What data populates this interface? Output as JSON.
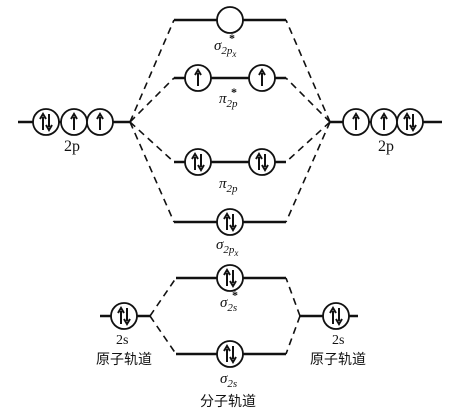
{
  "labels": {
    "left_2p": "2p",
    "right_2p": "2p",
    "left_2s": "2s",
    "right_2s": "2s",
    "left_atomic": "原子轨道",
    "right_atomic": "原子轨道",
    "molecular": "分子轨道",
    "sigma_star_2px": {
      "greek": "σ",
      "star": "*",
      "sub": "2p",
      "subsub": "x"
    },
    "pi_star_2p": {
      "greek": "π",
      "star": "*",
      "sub": "2p"
    },
    "pi_2p": {
      "greek": "π",
      "sub": "2p"
    },
    "sigma_2px": {
      "greek": "σ",
      "sub": "2p",
      "subsub": "x"
    },
    "sigma_star_2s": {
      "greek": "σ",
      "star": "*",
      "sub": "2s"
    },
    "sigma_2s": {
      "greek": "σ",
      "sub": "2s"
    }
  },
  "occupancy": {
    "left_2p": [
      2,
      1,
      1
    ],
    "right_2p": [
      1,
      1,
      2
    ],
    "sigma_star_2px": [
      0
    ],
    "pi_star_2p": [
      1,
      1
    ],
    "pi_2p": [
      2,
      2
    ],
    "sigma_2px": [
      2
    ],
    "left_2s": [
      2
    ],
    "right_2s": [
      2
    ],
    "sigma_star_2s": [
      2
    ],
    "sigma_2s": [
      2
    ]
  }
}
